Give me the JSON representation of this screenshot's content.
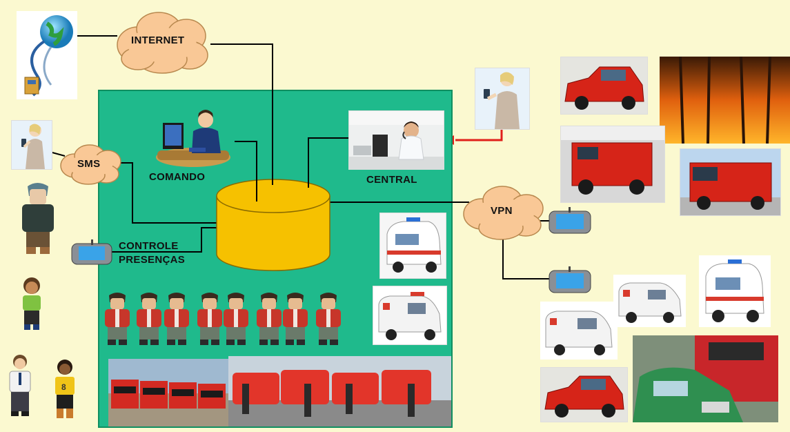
{
  "labels": {
    "internet": "INTERNET",
    "sms": "SMS",
    "vpn": "VPN",
    "comando": "COMANDO",
    "central": "CENTRAL",
    "controle_line1": "CONTROLE",
    "controle_line2": "PRESENÇAS"
  },
  "colors": {
    "background": "#fbf9d0",
    "panel": "#1fba8c",
    "panel_border": "#0f8f60",
    "cloud": "#f9c896",
    "database": "#f6c100",
    "link": "#000000",
    "alert_link": "#e0201a"
  },
  "icons": [
    "globe-network-icon",
    "phone-user-icon",
    "firefighter-icon",
    "child-icon",
    "businessman-icon",
    "athlete-icon",
    "operator-desk-icon",
    "call-center-icon",
    "rugged-handheld-icon",
    "database-icon"
  ],
  "photos": [
    "fire-pickup-photo",
    "forest-fire-photo",
    "fire-engine-photo",
    "fire-truck-photo",
    "ambulance-photo",
    "van-ambulance-photo",
    "fleet-trucks-photo",
    "fleet-ambulances-photo",
    "car-crash-photo"
  ]
}
